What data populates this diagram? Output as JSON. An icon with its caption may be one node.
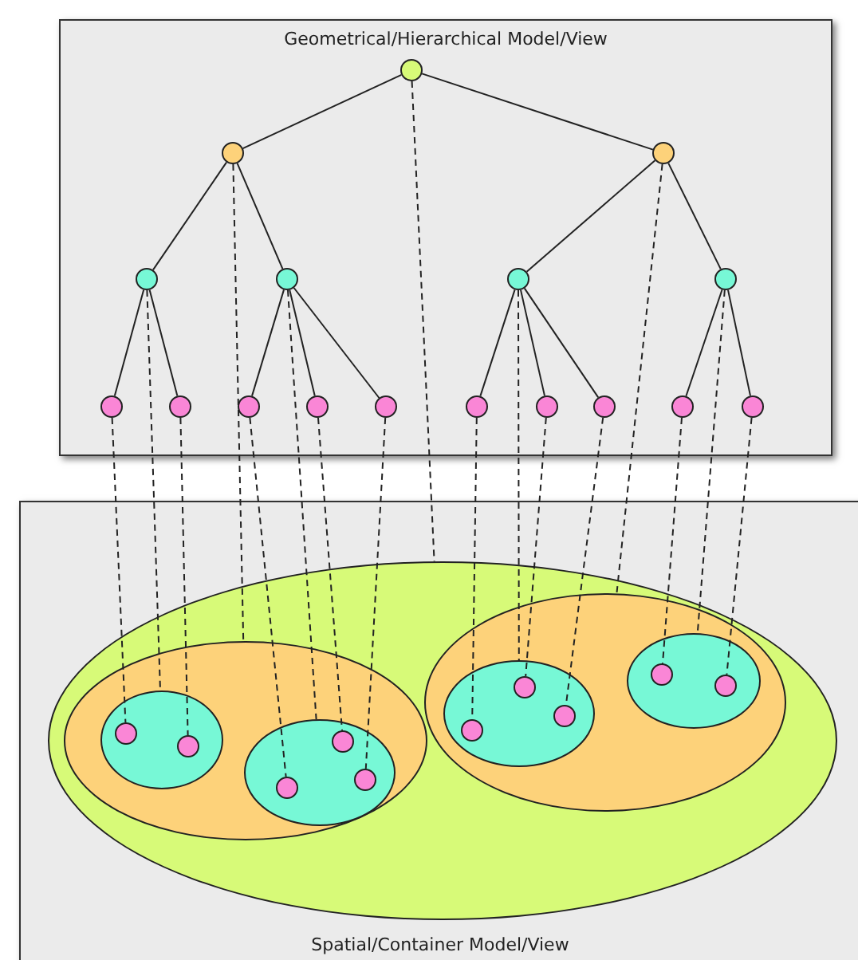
{
  "diagram": {
    "nodes": [
      {
        "text": [
          "Geometrical/Hierarchical Model/View"
        ]
      },
      {
        "text": [],
        "shape": "circle",
        "in": 0
      },
      {
        "text": [],
        "shape": "circle",
        "in": 0
      },
      {
        "text": [],
        "shape": "circle",
        "in": 0
      },
      {
        "text": [],
        "shape": "circle",
        "in": 0
      },
      {
        "text": [],
        "shape": "circle",
        "in": 0
      },
      {
        "text": [],
        "shape": "circle",
        "in": 0
      },
      {
        "text": [],
        "shape": "circle",
        "in": 0
      },
      {
        "text": [],
        "shape": "circle",
        "in": 0
      },
      {
        "text": [],
        "shape": "circle",
        "in": 0
      },
      {
        "text": [],
        "shape": "circle",
        "in": 0
      },
      {
        "text": [],
        "shape": "circle",
        "in": 0
      },
      {
        "text": [],
        "shape": "circle",
        "in": 0
      },
      {
        "text": [],
        "shape": "circle",
        "in": 0
      },
      {
        "text": [],
        "shape": "circle",
        "in": 0
      },
      {
        "text": [],
        "shape": "circle",
        "in": 0
      },
      {
        "text": [],
        "shape": "circle",
        "in": 0
      },
      {
        "text": [],
        "shape": "circle",
        "in": 0
      },
      {
        "text": [
          "Spatial/Container Model/View"
        ]
      },
      {
        "text": [],
        "shape": "ellipse",
        "in": 18
      },
      {
        "text": [],
        "shape": "ellipse",
        "in": 19
      },
      {
        "text": [],
        "shape": "ellipse",
        "in": 19
      },
      {
        "text": [],
        "shape": "ellipse",
        "in": 20
      },
      {
        "text": [],
        "shape": "ellipse",
        "in": 20
      },
      {
        "text": [],
        "shape": "ellipse",
        "in": 21
      },
      {
        "text": [],
        "shape": "ellipse",
        "in": 21
      },
      {
        "text": [],
        "shape": "circle",
        "in": 22
      },
      {
        "text": [],
        "shape": "circle",
        "in": 22
      },
      {
        "text": [],
        "shape": "circle",
        "in": 23
      },
      {
        "text": [],
        "shape": "circle",
        "in": 23
      },
      {
        "text": [],
        "shape": "circle",
        "in": 23
      },
      {
        "text": [],
        "shape": "circle",
        "in": 24
      },
      {
        "text": [],
        "shape": "circle",
        "in": 24
      },
      {
        "text": [],
        "shape": "circle",
        "in": 24
      },
      {
        "text": [],
        "shape": "circle",
        "in": 25
      },
      {
        "text": [],
        "shape": "circle",
        "in": 25
      }
    ],
    "edges": [
      {
        "from": 1,
        "to": 2,
        "arrow": "none"
      },
      {
        "from": 1,
        "to": 3,
        "arrow": "none"
      },
      {
        "from": 2,
        "to": 4,
        "arrow": "none"
      },
      {
        "from": 2,
        "to": 5,
        "arrow": "none"
      },
      {
        "from": 3,
        "to": 6,
        "arrow": "none"
      },
      {
        "from": 3,
        "to": 7,
        "arrow": "none"
      },
      {
        "from": 4,
        "to": 8,
        "arrow": "none"
      },
      {
        "from": 4,
        "to": 9,
        "arrow": "none"
      },
      {
        "from": 5,
        "to": 10,
        "arrow": "none"
      },
      {
        "from": 5,
        "to": 11,
        "arrow": "none"
      },
      {
        "from": 5,
        "to": 12,
        "arrow": "none"
      },
      {
        "from": 6,
        "to": 13,
        "arrow": "none"
      },
      {
        "from": 6,
        "to": 14,
        "arrow": "none"
      },
      {
        "from": 6,
        "to": 15,
        "arrow": "none"
      },
      {
        "from": 7,
        "to": 16,
        "arrow": "none"
      },
      {
        "from": 7,
        "to": 17,
        "arrow": "none"
      },
      {
        "from": 1,
        "to": 19,
        "arrow": "none",
        "style": "dashed"
      },
      {
        "from": 2,
        "to": 20,
        "arrow": "none",
        "style": "dashed"
      },
      {
        "from": 3,
        "to": 21,
        "arrow": "none",
        "style": "dashed"
      },
      {
        "from": 4,
        "to": 22,
        "arrow": "none",
        "style": "dashed"
      },
      {
        "from": 5,
        "to": 23,
        "arrow": "none",
        "style": "dashed"
      },
      {
        "from": 6,
        "to": 24,
        "arrow": "none",
        "style": "dashed"
      },
      {
        "from": 7,
        "to": 25,
        "arrow": "none",
        "style": "dashed"
      },
      {
        "from": 8,
        "to": 26,
        "arrow": "none",
        "style": "dashed"
      },
      {
        "from": 9,
        "to": 27,
        "arrow": "none",
        "style": "dashed"
      },
      {
        "from": 10,
        "to": 28,
        "arrow": "none",
        "style": "dashed"
      },
      {
        "from": 11,
        "to": 29,
        "arrow": "none",
        "style": "dashed"
      },
      {
        "from": 12,
        "to": 30,
        "arrow": "none",
        "style": "dashed"
      },
      {
        "from": 13,
        "to": 31,
        "arrow": "none",
        "style": "dashed"
      },
      {
        "from": 14,
        "to": 32,
        "arrow": "none",
        "style": "dashed"
      },
      {
        "from": 15,
        "to": 33,
        "arrow": "none",
        "style": "dashed"
      },
      {
        "from": 16,
        "to": 34,
        "arrow": "none",
        "style": "dashed"
      },
      {
        "from": 17,
        "to": 35,
        "arrow": "none",
        "style": "dashed"
      }
    ]
  }
}
